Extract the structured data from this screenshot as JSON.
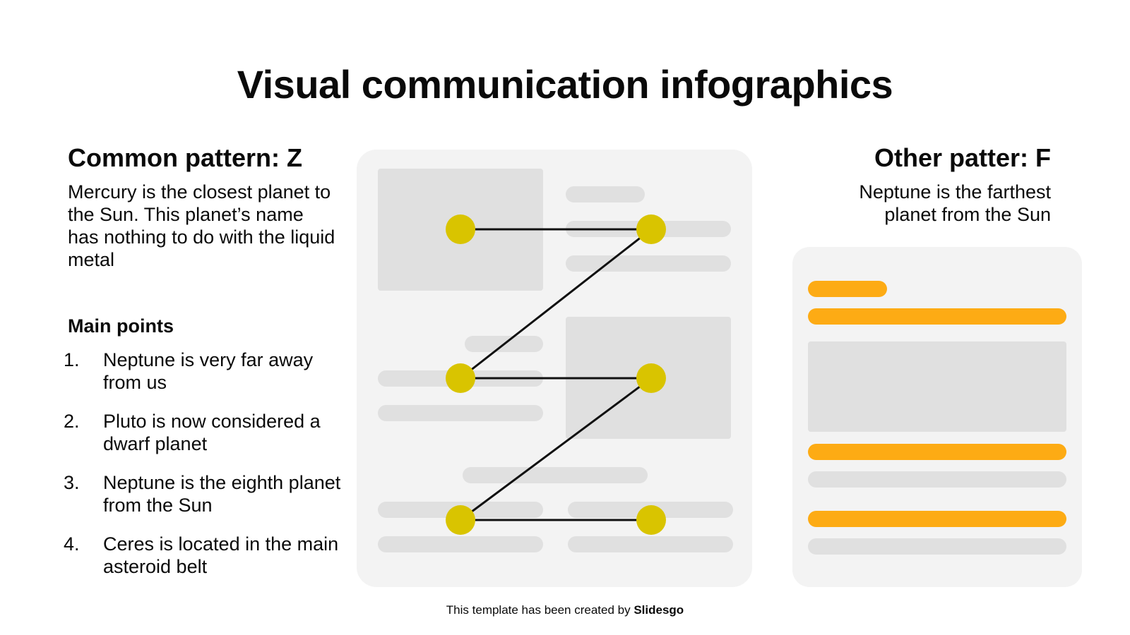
{
  "title": "Visual communication infographics",
  "left": {
    "heading": "Common pattern: Z",
    "description": "Mercury is the closest planet to the Sun. This planet’s name has nothing to do with the liquid metal",
    "points_heading": "Main points",
    "points": [
      {
        "num": "1.",
        "text": "Neptune is very far away from us"
      },
      {
        "num": "2.",
        "text": "Pluto is now considered a dwarf planet"
      },
      {
        "num": "3.",
        "text": "Neptune is the eighth planet from the Sun"
      },
      {
        "num": "4.",
        "text": "Ceres is located in the main asteroid belt"
      }
    ]
  },
  "right": {
    "heading": "Other patter: F",
    "description": "Neptune is the farthest planet from the Sun"
  },
  "footer": {
    "prefix": "This template has been created by ",
    "brand": "Slidesgo"
  },
  "colors": {
    "panel": "#f3f3f3",
    "placeholder": "#e0e0e0",
    "dot": "#d9c400",
    "line": "#111111",
    "highlight": "#fdab14"
  }
}
